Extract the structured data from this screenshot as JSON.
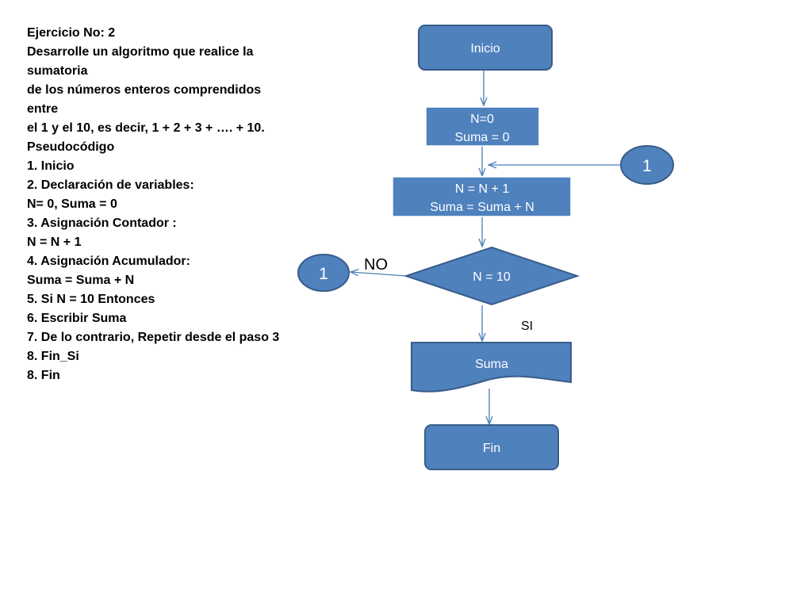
{
  "pseudocode": {
    "title": "Ejercicio No: 2",
    "statement_1": "Desarrolle un algoritmo que realice la sumatoria",
    "statement_2": "de los números enteros comprendidos entre",
    "statement_3": "el 1 y el 10, es decir, 1 + 2 + 3 + …. + 10.",
    "heading": "Pseudocódigo",
    "steps": [
      "1. Inicio",
      "2. Declaración de variables:",
      "N= 0, Suma = 0",
      "3. Asignación Contador :",
      "N = N + 1",
      "4. Asignación Acumulador:",
      "Suma = Suma + N",
      "5. Si N = 10 Entonces",
      "6. Escribir Suma",
      "7. De lo contrario, Repetir desde el paso 3",
      "8. Fin_Si",
      "8. Fin"
    ]
  },
  "flowchart": {
    "start": "Inicio",
    "init_line1": "N=0",
    "init_line2": "Suma = 0",
    "process_line1": "N =  N + 1",
    "process_line2": "Suma = Suma + N",
    "decision": "N = 10",
    "output": "Suma",
    "end": "Fin",
    "connector_in": "1",
    "connector_out": "1",
    "label_no": "NO",
    "label_si": "SI",
    "colors": {
      "fill": "#4F81BD",
      "stroke": "#385D8A",
      "arrow": "#4A7EBB"
    }
  }
}
